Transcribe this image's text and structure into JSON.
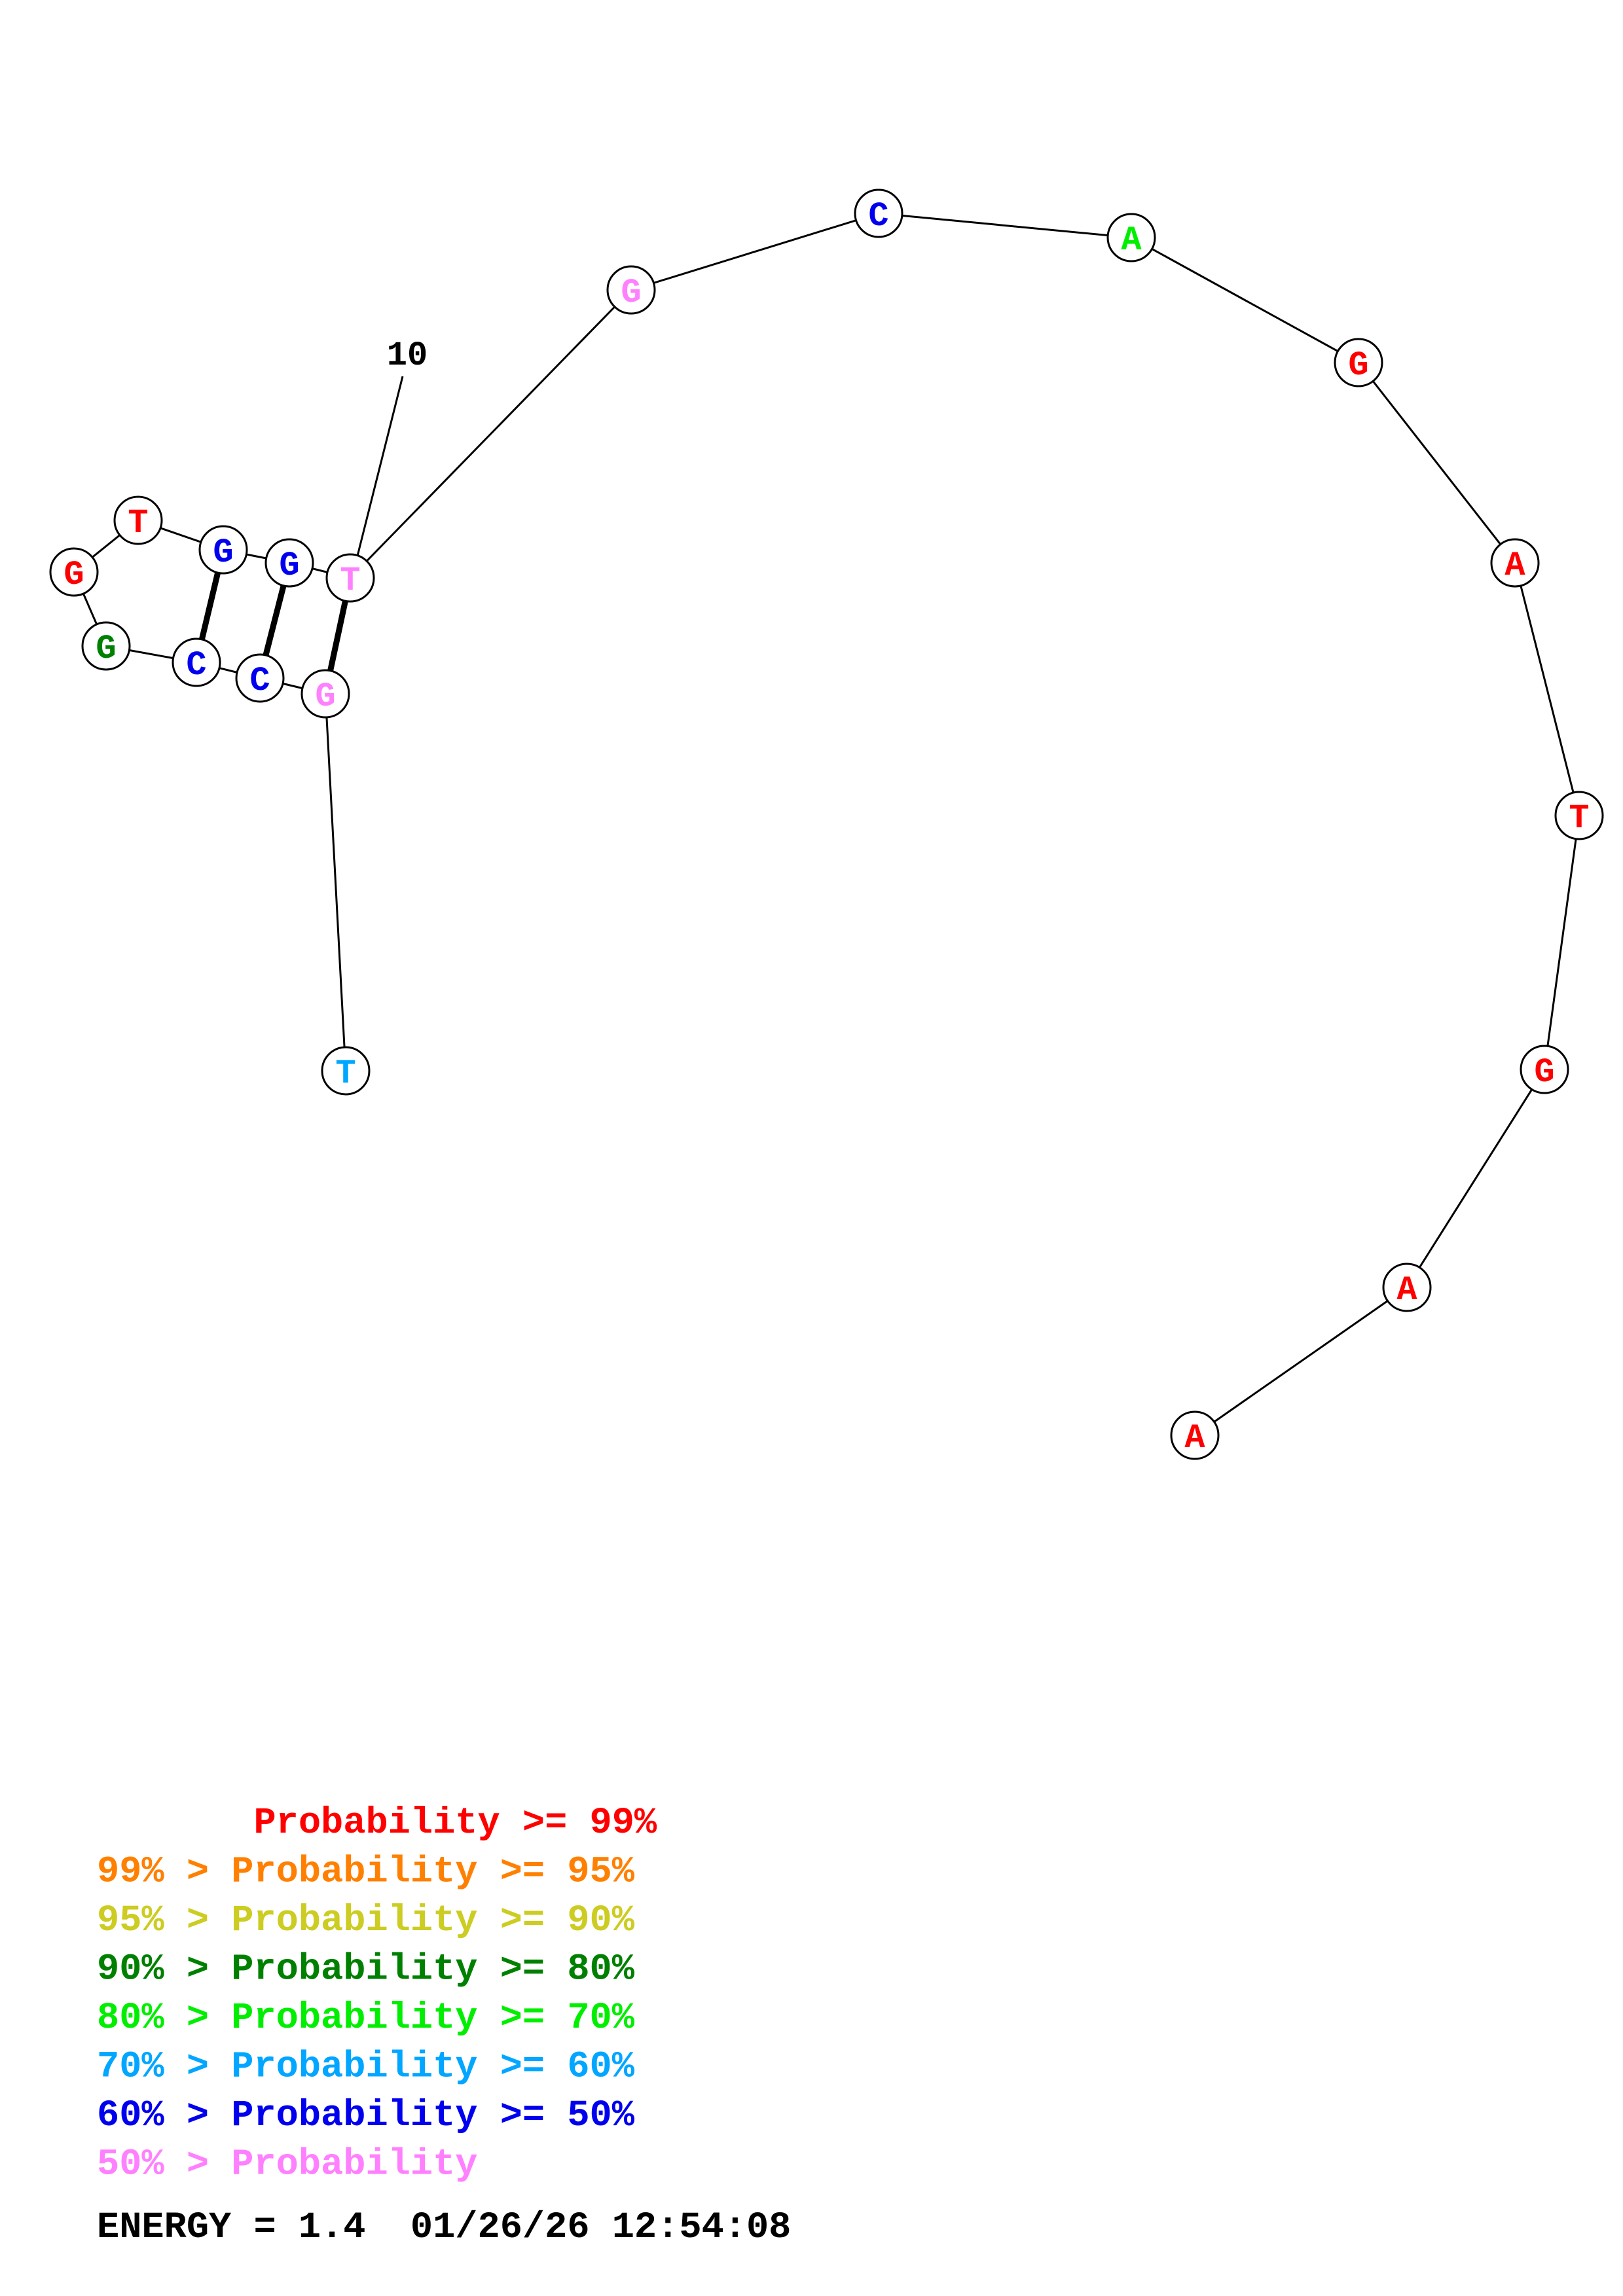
{
  "diagram": {
    "type": "rna-secondary-structure",
    "position_marker": "10",
    "nucleotides": [
      {
        "index": 1,
        "base": "T",
        "color": "#00a6ff"
      },
      {
        "index": 2,
        "base": "G",
        "color": "#ff80ff"
      },
      {
        "index": 3,
        "base": "C",
        "color": "#0000ee"
      },
      {
        "index": 4,
        "base": "C",
        "color": "#0000ee"
      },
      {
        "index": 5,
        "base": "G",
        "color": "#008000"
      },
      {
        "index": 6,
        "base": "G",
        "color": "#ff0000"
      },
      {
        "index": 7,
        "base": "T",
        "color": "#ff0000"
      },
      {
        "index": 8,
        "base": "G",
        "color": "#0000ee"
      },
      {
        "index": 9,
        "base": "G",
        "color": "#0000ee"
      },
      {
        "index": 10,
        "base": "T",
        "color": "#ff80ff"
      },
      {
        "index": 11,
        "base": "G",
        "color": "#ff80ff"
      },
      {
        "index": 12,
        "base": "C",
        "color": "#0000ee"
      },
      {
        "index": 13,
        "base": "A",
        "color": "#00ee00"
      },
      {
        "index": 14,
        "base": "G",
        "color": "#ff0000"
      },
      {
        "index": 15,
        "base": "A",
        "color": "#ff0000"
      },
      {
        "index": 16,
        "base": "T",
        "color": "#ff0000"
      },
      {
        "index": 17,
        "base": "G",
        "color": "#ff0000"
      },
      {
        "index": 18,
        "base": "A",
        "color": "#ff0000"
      },
      {
        "index": 19,
        "base": "A",
        "color": "#ff0000"
      }
    ],
    "pairs": [
      [
        2,
        10
      ],
      [
        3,
        9
      ],
      [
        4,
        8
      ]
    ]
  },
  "legend": [
    {
      "text": "       Probability >= 99%",
      "color": "#ff0000"
    },
    {
      "text": "99% > Probability >= 95%",
      "color": "#ff8000"
    },
    {
      "text": "95% > Probability >= 90%",
      "color": "#cccc22"
    },
    {
      "text": "90% > Probability >= 80%",
      "color": "#008000"
    },
    {
      "text": "80% > Probability >= 70%",
      "color": "#00ee00"
    },
    {
      "text": "70% > Probability >= 60%",
      "color": "#00a6ff"
    },
    {
      "text": "60% > Probability >= 50%",
      "color": "#0000ee"
    },
    {
      "text": "50% > Probability",
      "color": "#ff80ff"
    }
  ],
  "footer": {
    "energy_label": "ENERGY = 1.4  01/26/26 12:54:08"
  }
}
